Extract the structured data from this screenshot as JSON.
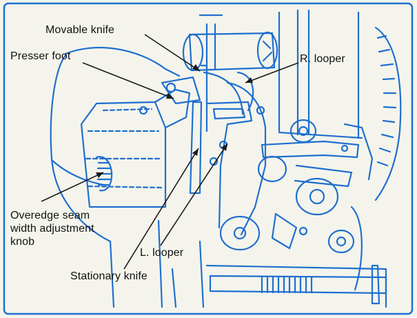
{
  "figure": {
    "labels": {
      "movable_knife": "Movable knife",
      "presser_foot": "Presser foot",
      "r_looper": "R. looper",
      "overedge_line1": "Overedge seam",
      "overedge_line2": "width adjustment",
      "overedge_line3": "knob",
      "l_looper": "L. looper",
      "stationary_knife": "Stationary knife"
    },
    "colors": {
      "line_art": "#1f6fcf",
      "leader": "#1a1a1a",
      "background": "#f4f4ec",
      "text": "#111111"
    }
  }
}
